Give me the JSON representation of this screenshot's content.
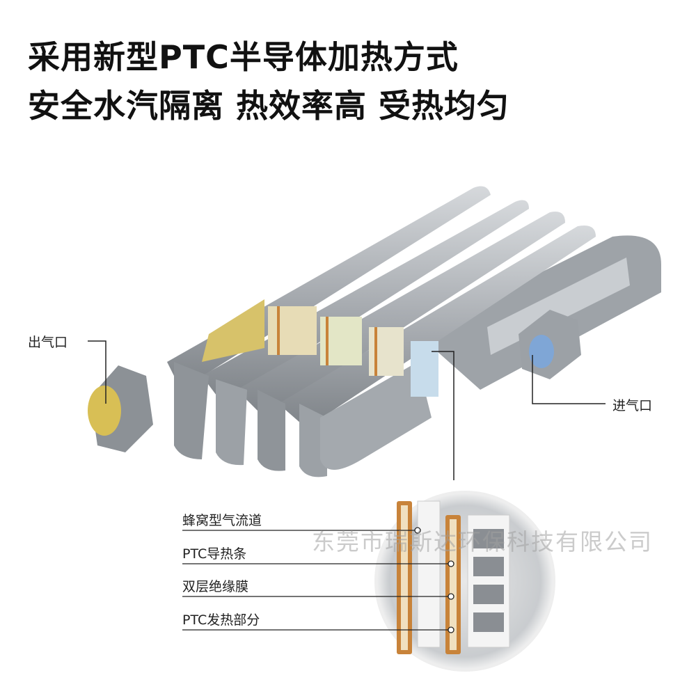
{
  "headline": {
    "line1": "采用新型PTC半导体加热方式",
    "line2": "安全水汽隔离 热效率高 受热均匀"
  },
  "callouts": {
    "outlet": "出气口",
    "inlet": "进气口"
  },
  "detail_labels": [
    "蜂窝型气流道",
    "PTC导热条",
    "双层绝缘膜",
    "PTC发热部分"
  ],
  "watermark": "东莞市瑞斯达环保科技有限公司",
  "colors": {
    "tube": "#a9adb2",
    "ptc": "#c8833a",
    "text": "#111111"
  }
}
